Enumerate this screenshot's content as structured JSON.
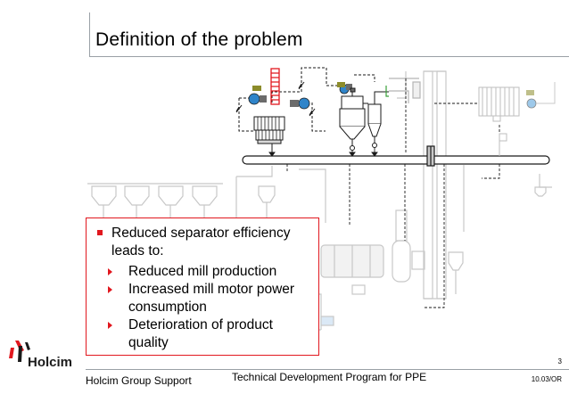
{
  "slide": {
    "title": "Definition of the problem",
    "page_number": "3"
  },
  "callout": {
    "main_bullet": "Reduced separator efficiency leads to:",
    "sub_bullets": [
      "Reduced mill production",
      "Increased mill motor power consumption",
      "Deterioration of product quality"
    ]
  },
  "footer": {
    "left": "Holcim Group Support",
    "center": "Technical Development Program for PPE",
    "right": "10.03/OR"
  },
  "logo": {
    "text": "Holcim"
  },
  "colors": {
    "accent_red": "#e1171e",
    "pump_blue": "#2f84c9",
    "line_dark": "#1a1a1a",
    "faded_gray": "#c8c8c8"
  }
}
